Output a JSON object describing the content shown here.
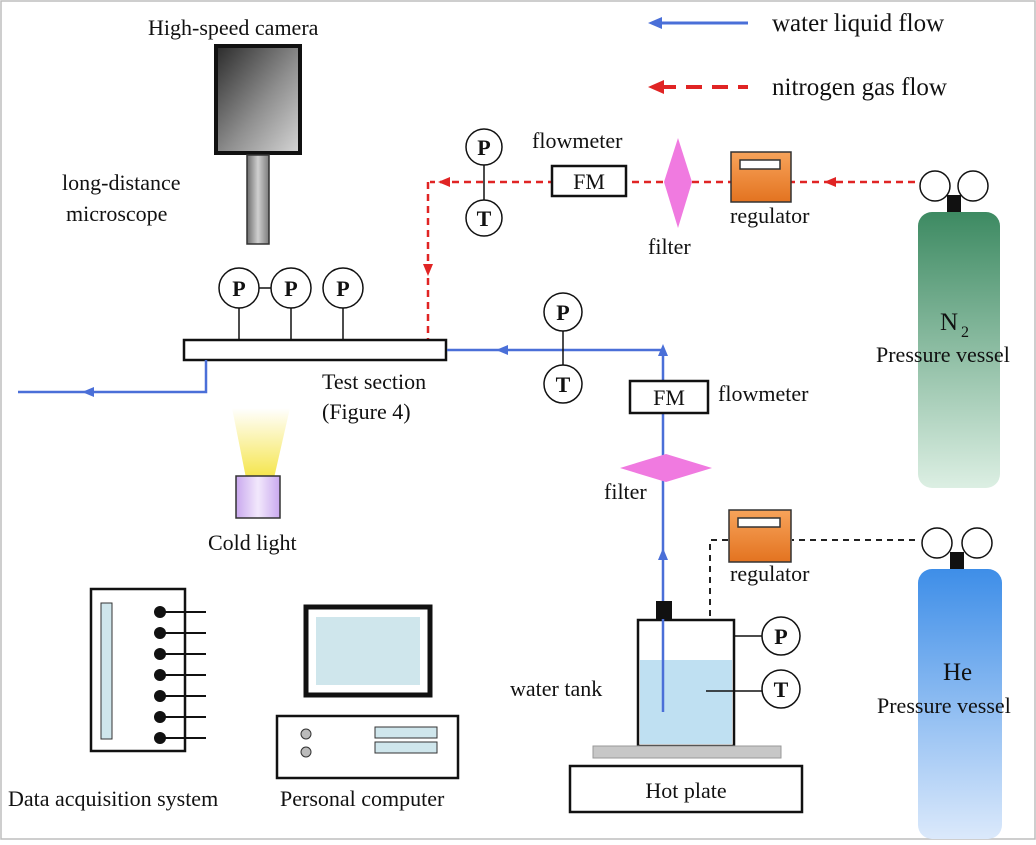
{
  "legend": {
    "water": {
      "label": "water liquid flow",
      "color": "#4a6fd8"
    },
    "nitrogen": {
      "label": "nitrogen  gas flow",
      "color": "#e02424"
    }
  },
  "labels": {
    "camera": "High-speed camera",
    "microscope_line1": "long-distance",
    "microscope_line2": "microscope",
    "flowmeter_top": "flowmeter",
    "flowmeter_mid": "flowmeter",
    "fm_top": "FM",
    "fm_mid": "FM",
    "filter_top": "filter",
    "filter_mid": "filter",
    "regulator_top": "regulator",
    "regulator_bottom": "regulator",
    "test_section_line1": "Test section",
    "test_section_line2": "(Figure 4)",
    "cold_light": "Cold light",
    "water_tank": "water tank",
    "hot_plate": "Hot plate",
    "n2_symbol": "N",
    "n2_subscript": "2",
    "n2_vessel": "Pressure vessel",
    "he_symbol": "He",
    "he_vessel": "Pressure vessel",
    "daq": "Data acquisition system",
    "pc": "Personal computer"
  },
  "gauges": {
    "pressure": "P",
    "temperature": "T"
  },
  "colors": {
    "water_line": "#4a6fd8",
    "gas_line": "#e02424",
    "helium_line": "#222222",
    "filter": "#f07ae0",
    "regulator": "#f08a3a",
    "n2_vessel": "#3d8a62",
    "he_vessel": "#3e8ee8",
    "cold_light": "#f5e54a",
    "tank_water": "#bfe0f2"
  }
}
